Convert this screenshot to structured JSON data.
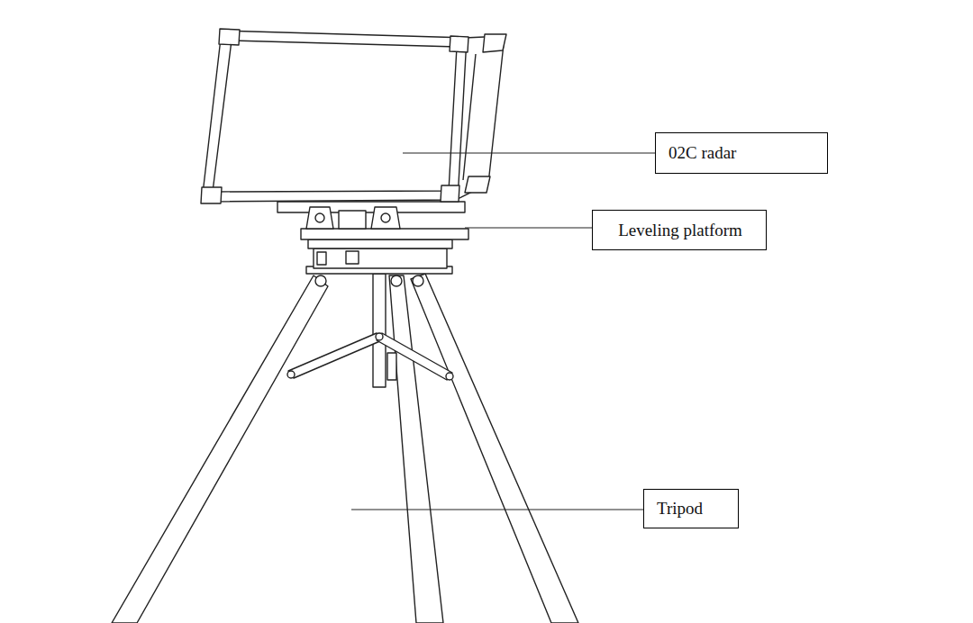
{
  "diagram": {
    "nodes": [
      {
        "text": [
          "02C radar"
        ]
      },
      {
        "text": [
          "Leveling platform"
        ]
      },
      {
        "text": [
          "Tripod"
        ]
      }
    ]
  }
}
